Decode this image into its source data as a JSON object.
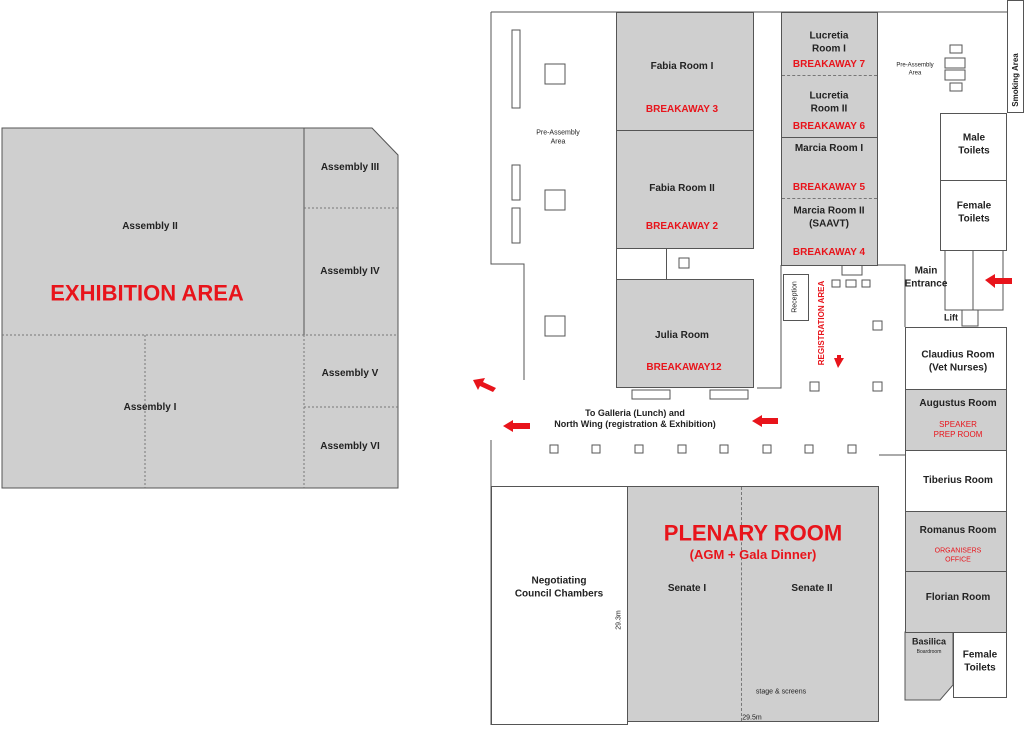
{
  "exhibition": {
    "title": "EXHIBITION AREA",
    "rooms": [
      "Assembly II",
      "Assembly I",
      "Assembly III",
      "Assembly IV",
      "Assembly V",
      "Assembly VI"
    ]
  },
  "north": {
    "pre_assembly": "Pre-Assembly\nArea",
    "fabia1": "Fabia Room I",
    "fabia1_tag": "BREAKAWAY 3",
    "fabia2": "Fabia Room II",
    "fabia2_tag": "BREAKAWAY 2",
    "julia": "Julia Room",
    "julia_tag": "BREAKAWAY12",
    "lucretia1": "Lucretia\nRoom I",
    "lucretia1_tag": "BREAKAWAY 7",
    "lucretia2": "Lucretia\nRoom II",
    "lucretia2_tag": "BREAKAWAY 6",
    "marcia1": "Marcia Room I",
    "marcia1_tag": "BREAKAWAY 5",
    "marcia2": "Marcia Room II\n(SAAVT)",
    "marcia2_tag": "BREAKAWAY 4",
    "pre_assembly2": "Pre-Assembly\nArea",
    "smoking": "Smoking Area",
    "male_toilets": "Male\nToilets",
    "female_toilets": "Female\nToilets",
    "main_entrance": "Main\nEntrance",
    "lift": "Lift",
    "reception": "Reception",
    "registration": "REGISTRATION AREA",
    "corridor": "To Galleria (Lunch) and\nNorth Wing (registration & Exhibition)"
  },
  "east": {
    "claudius": "Claudius Room\n(Vet Nurses)",
    "augustus": "Augustus Room",
    "augustus_tag": "SPEAKER\nPREP ROOM",
    "tiberius": "Tiberius Room",
    "romanus": "Romanus Room",
    "romanus_tag": "ORGANISERS\nOFFICE",
    "florian": "Florian Room",
    "basilica": "Basilica",
    "basilica_sub": "Boardroom",
    "female_toilets": "Female\nToilets"
  },
  "plenary": {
    "title": "PLENARY ROOM",
    "subtitle": "(AGM + Gala Dinner)",
    "senate1": "Senate I",
    "senate2": "Senate II",
    "stage": "stage & screens",
    "width": "29.5m",
    "depth": "29.3m",
    "negotiating": "Negotiating\nCouncil Chambers"
  },
  "colors": {
    "room": "#cfcfcf",
    "accent": "#e8141b"
  }
}
